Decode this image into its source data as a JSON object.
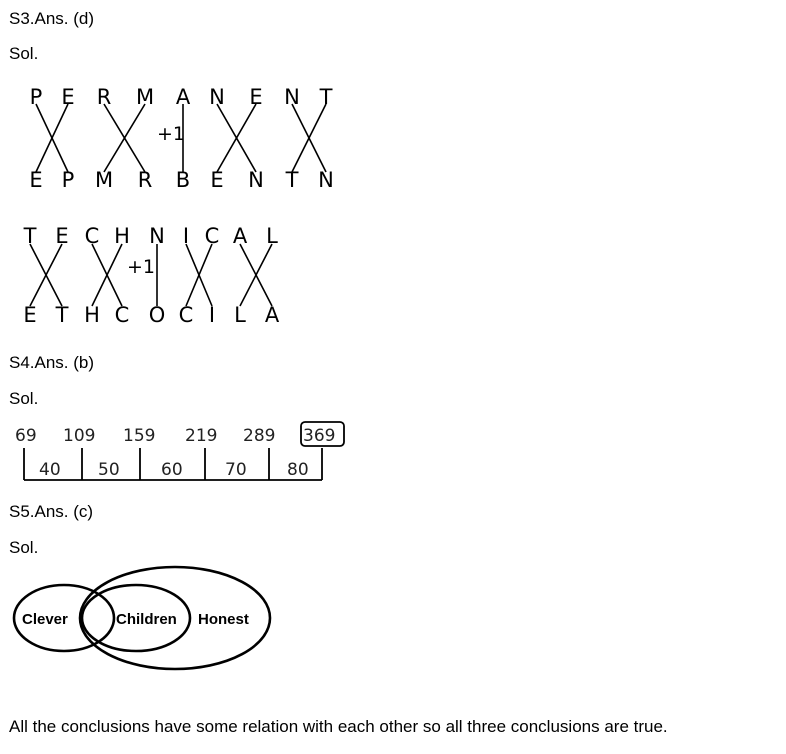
{
  "s3": {
    "heading": "S3.Ans. (d)",
    "sol": "Sol.",
    "permanent": {
      "top": [
        "P",
        "E",
        "R",
        "M",
        "A",
        "N",
        "E",
        "N",
        "T"
      ],
      "bottom": [
        "E",
        "P",
        "M",
        "R",
        "B",
        "E",
        "N",
        "T",
        "N"
      ],
      "op": "+1"
    },
    "technical": {
      "top": [
        "T",
        "E",
        "C",
        "H",
        "N",
        "I",
        "C",
        "A",
        "L"
      ],
      "bottom": [
        "E",
        "T",
        "H",
        "C",
        "O",
        "C",
        "I",
        "L",
        "A"
      ],
      "op": "+1"
    }
  },
  "s4": {
    "heading": "S4.Ans. (b)",
    "sol": "Sol.",
    "terms": [
      "69",
      "109",
      "159",
      "219",
      "289"
    ],
    "answer": "369",
    "differences": [
      "40",
      "50",
      "60",
      "70",
      "80"
    ]
  },
  "s5": {
    "heading": "S5.Ans. (c)",
    "sol": "Sol.",
    "sets": [
      "Clever",
      "Children",
      "Honest"
    ],
    "conclusion": "All the conclusions have some relation with each other so all three conclusions are true."
  }
}
